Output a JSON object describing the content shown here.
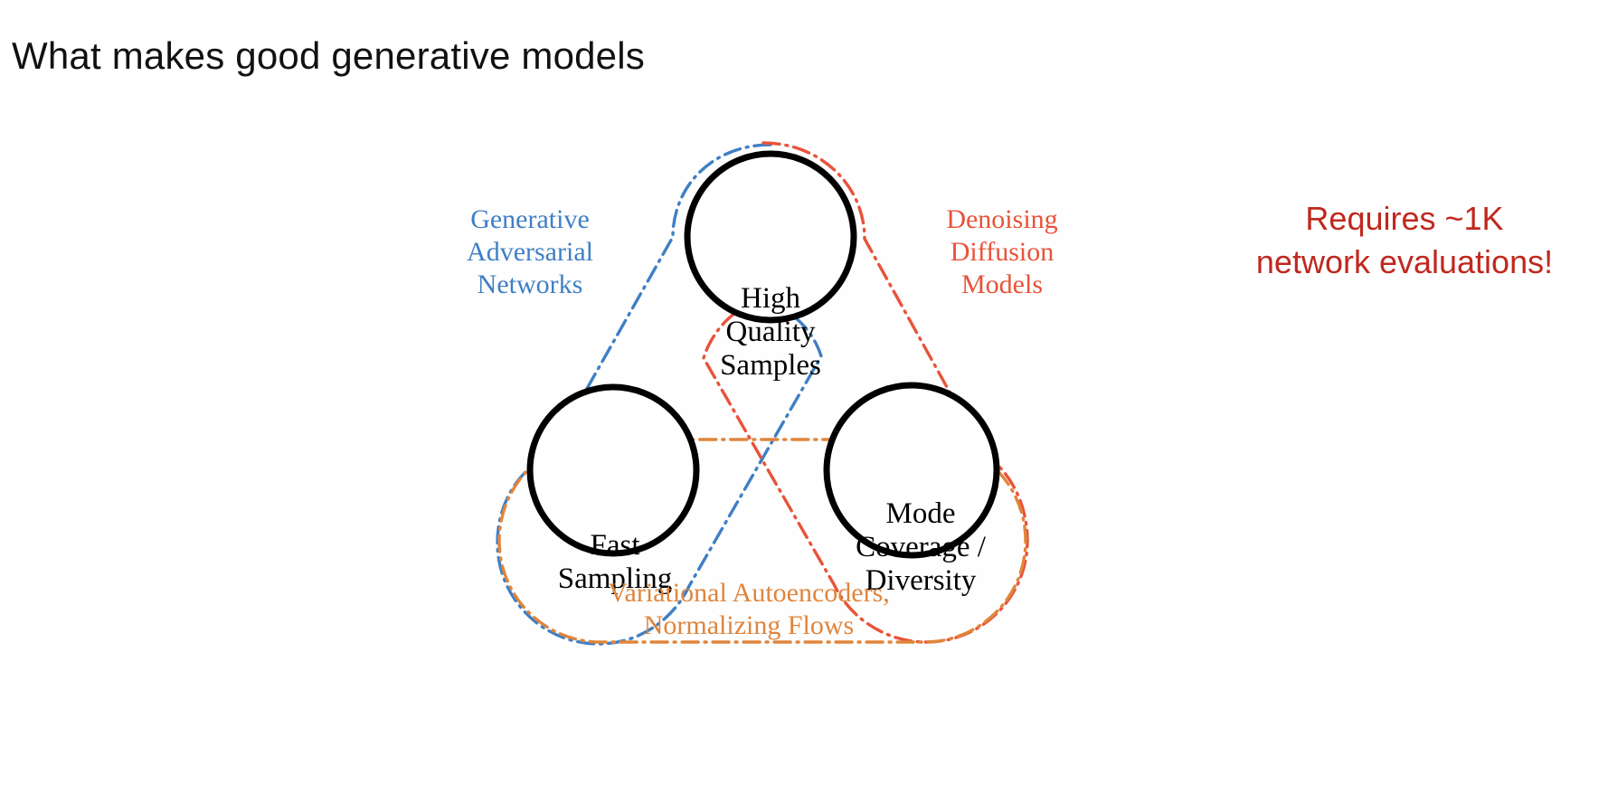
{
  "slide": {
    "title": "What makes good generative models"
  },
  "diagram": {
    "type": "venn-triangle-trilemma",
    "nodes": [
      {
        "id": "high-quality-samples",
        "label": "High\nQuality\nSamples",
        "position": "top"
      },
      {
        "id": "fast-sampling",
        "label": "Fast\nSampling",
        "position": "bottom-left"
      },
      {
        "id": "mode-coverage-diversity",
        "label": "Mode\nCoverage /\nDiversity",
        "position": "bottom-right"
      }
    ],
    "legend": [
      {
        "id": "gan",
        "label": "Generative\nAdversarial\nNetworks",
        "color": "#3f7fc4",
        "position": "left",
        "covers": [
          "high-quality-samples",
          "fast-sampling"
        ]
      },
      {
        "id": "ddm",
        "label": "Denoising\nDiffusion\nModels",
        "color": "#e8533a",
        "position": "right",
        "covers": [
          "high-quality-samples",
          "mode-coverage-diversity"
        ]
      },
      {
        "id": "vae-nf",
        "label": "Variational Autoencoders,\nNormalizing Flows",
        "color": "#e0853c",
        "position": "bottom",
        "covers": [
          "fast-sampling",
          "mode-coverage-diversity"
        ]
      }
    ]
  },
  "annotation": {
    "text": "Requires ~1K\nnetwork evaluations!",
    "color": "#c0281e"
  },
  "colors": {
    "gan_blue": "#3f7fc4",
    "diffusion_red": "#e8533a",
    "vae_orange": "#e0853c",
    "annotation_red": "#c0281e",
    "node_outline": "#000000",
    "title_text": "#111111",
    "background": "#ffffff"
  }
}
